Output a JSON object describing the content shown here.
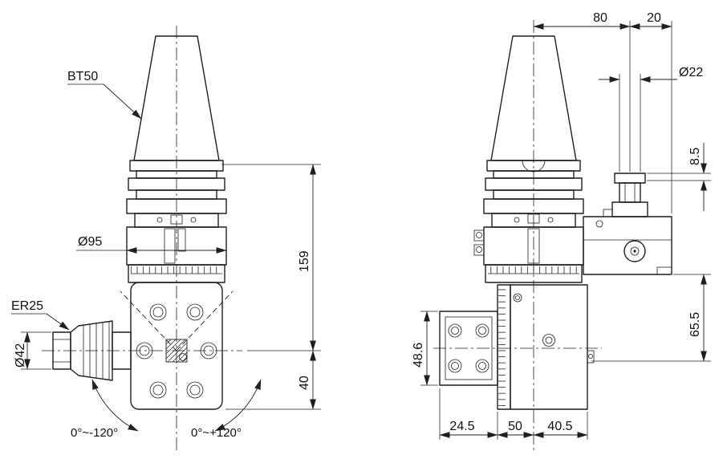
{
  "colors": {
    "ink": "#1f1f1f",
    "background": "#ffffff"
  },
  "left_view": {
    "bt50": "BT50",
    "er25": "ER25",
    "dia95": "Ø95",
    "dia42": "Ø42",
    "dim159": "159",
    "dim40": "40",
    "swivel_neg": "0°~-120°",
    "swivel_pos": "0°~+120°"
  },
  "right_view": {
    "dim80": "80",
    "dim20": "20",
    "dia22": "Ø22",
    "dim8_5": "8.5",
    "dim65_5": "65.5",
    "dim48_6": "48.6",
    "dim24_5": "24.5",
    "dim50": "50",
    "dim40_5": "40.5"
  }
}
